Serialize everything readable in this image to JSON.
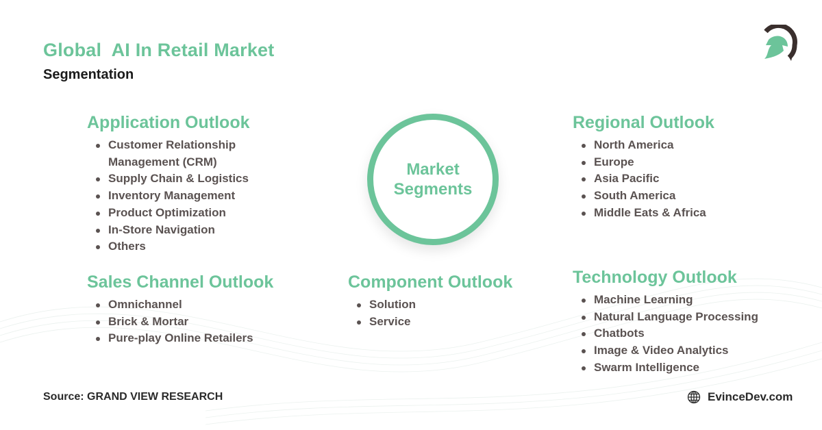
{
  "header": {
    "title": "Global  AI In Retail Market",
    "subtitle": "Segmentation"
  },
  "logo": {
    "icon": "spartan-helmet-logo-icon",
    "colors": {
      "arc": "#3a2f2d",
      "helmet": "#6cc49a"
    }
  },
  "center": {
    "line1": "Market",
    "line2": "Segments"
  },
  "sections": {
    "application": {
      "title": "Application Outlook",
      "items": [
        "Customer Relationship Management (CRM)",
        "Supply Chain & Logistics",
        "Inventory Management",
        "Product Optimization",
        "In-Store Navigation",
        "Others"
      ],
      "item0_line1": "Customer Relationship",
      "item0_line2": "Management (CRM)"
    },
    "regional": {
      "title": "Regional Outlook",
      "items": [
        "North America",
        "Europe",
        "Asia Pacific",
        "South America",
        "Middle Eats & Africa"
      ]
    },
    "sales_channel": {
      "title": "Sales Channel Outlook",
      "items": [
        "Omnichannel",
        "Brick & Mortar",
        "Pure-play Online Retailers"
      ]
    },
    "component": {
      "title": "Component Outlook",
      "items": [
        "Solution",
        "Service"
      ]
    },
    "technology": {
      "title": "Technology Outlook",
      "items": [
        "Machine Learning",
        "Natural Language Processing",
        "Chatbots",
        "Image & Video Analytics",
        "Swarm Intelligence"
      ]
    }
  },
  "footer": {
    "source": "Source: GRAND VIEW RESEARCH",
    "website": "EvinceDev.com",
    "website_icon": "globe-icon"
  },
  "colors": {
    "accent": "#6cc49a",
    "text": "#5a5251",
    "dark": "#2a2a2a"
  }
}
